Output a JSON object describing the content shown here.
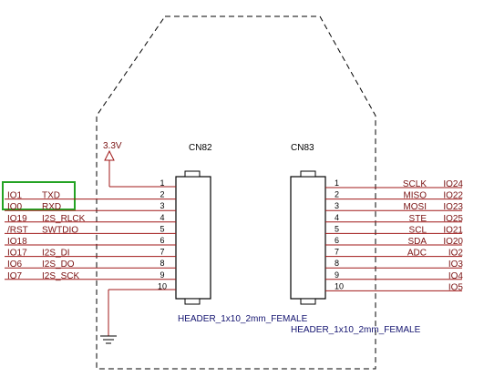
{
  "colors": {
    "wire": "#a01818",
    "outline": "#000000",
    "component": "#000000",
    "highlight": "#23a323",
    "label": "#7a1212",
    "pin_number": "#000000",
    "header_label": "#141470"
  },
  "power": {
    "label": "3.3V"
  },
  "connectors": [
    {
      "ref": "CN82",
      "footprint": "HEADER_1x10_2mm_FEMALE",
      "pin_numbers": [
        "1",
        "2",
        "3",
        "4",
        "5",
        "6",
        "7",
        "8",
        "9",
        "10"
      ]
    },
    {
      "ref": "CN83",
      "footprint": "HEADER_1x10_2mm_FEMALE",
      "pin_numbers": [
        "1",
        "2",
        "3",
        "4",
        "5",
        "6",
        "7",
        "8",
        "9",
        "10"
      ]
    }
  ],
  "left_nets": [
    {
      "pin": "1",
      "net": "",
      "func": ""
    },
    {
      "pin": "2",
      "net": "IO1",
      "func": "TXD"
    },
    {
      "pin": "3",
      "net": "IO0",
      "func": "RXD"
    },
    {
      "pin": "4",
      "net": "IO19",
      "func": "I2S_RLCK"
    },
    {
      "pin": "5",
      "net": "/RST",
      "func": "SWTDIO"
    },
    {
      "pin": "6",
      "net": "IO18",
      "func": ""
    },
    {
      "pin": "7",
      "net": "IO17",
      "func": "I2S_DI"
    },
    {
      "pin": "8",
      "net": "IO6",
      "func": "I2S_DO"
    },
    {
      "pin": "9",
      "net": "IO7",
      "func": "I2S_SCK"
    },
    {
      "pin": "10",
      "net": "",
      "func": ""
    }
  ],
  "right_nets": [
    {
      "pin": "1",
      "func": "SCLK",
      "net": "IO24"
    },
    {
      "pin": "2",
      "func": "MISO",
      "net": "IO22"
    },
    {
      "pin": "3",
      "func": "MOSI",
      "net": "IO23"
    },
    {
      "pin": "4",
      "func": "STE",
      "net": "IO25"
    },
    {
      "pin": "5",
      "func": "SCL",
      "net": "IO21"
    },
    {
      "pin": "6",
      "func": "SDA",
      "net": "IO20"
    },
    {
      "pin": "7",
      "func": "ADC",
      "net": "IO2"
    },
    {
      "pin": "8",
      "func": "",
      "net": "IO3"
    },
    {
      "pin": "9",
      "func": "",
      "net": "IO4"
    },
    {
      "pin": "10",
      "func": "",
      "net": "IO5"
    }
  ]
}
